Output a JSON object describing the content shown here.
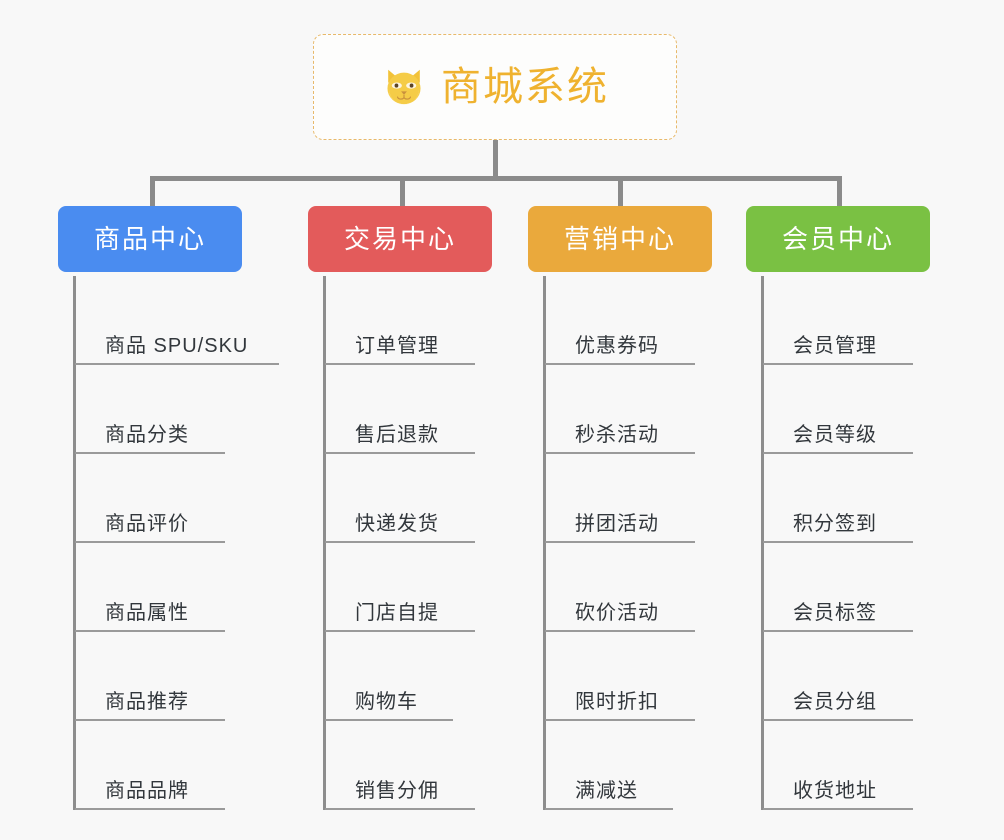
{
  "background_color": "#f8f8f8",
  "root": {
    "title": "商城系统",
    "icon": "dog-face-icon",
    "text_color": "#efb22f",
    "border_color": "#e8b96a"
  },
  "connector_color": "#8b8b8b",
  "categories": [
    {
      "label": "商品中心",
      "color": "#4a8cf0",
      "items": [
        {
          "label": "商品 SPU/SKU",
          "underline_width": 202
        },
        {
          "label": "商品分类",
          "underline_width": 148
        },
        {
          "label": "商品评价",
          "underline_width": 148
        },
        {
          "label": "商品属性",
          "underline_width": 148
        },
        {
          "label": "商品推荐",
          "underline_width": 148
        },
        {
          "label": "商品品牌",
          "underline_width": 148
        }
      ]
    },
    {
      "label": "交易中心",
      "color": "#e35b5b",
      "items": [
        {
          "label": "订单管理",
          "underline_width": 148
        },
        {
          "label": "售后退款",
          "underline_width": 148
        },
        {
          "label": "快递发货",
          "underline_width": 148
        },
        {
          "label": "门店自提",
          "underline_width": 148
        },
        {
          "label": "购物车",
          "underline_width": 126
        },
        {
          "label": "销售分佣",
          "underline_width": 148
        }
      ]
    },
    {
      "label": "营销中心",
      "color": "#eaa93c",
      "items": [
        {
          "label": "优惠券码",
          "underline_width": 148
        },
        {
          "label": "秒杀活动",
          "underline_width": 148
        },
        {
          "label": "拼团活动",
          "underline_width": 148
        },
        {
          "label": "砍价活动",
          "underline_width": 148
        },
        {
          "label": "限时折扣",
          "underline_width": 148
        },
        {
          "label": "满减送",
          "underline_width": 126
        }
      ]
    },
    {
      "label": "会员中心",
      "color": "#77c councils"
    }
  ]
}
